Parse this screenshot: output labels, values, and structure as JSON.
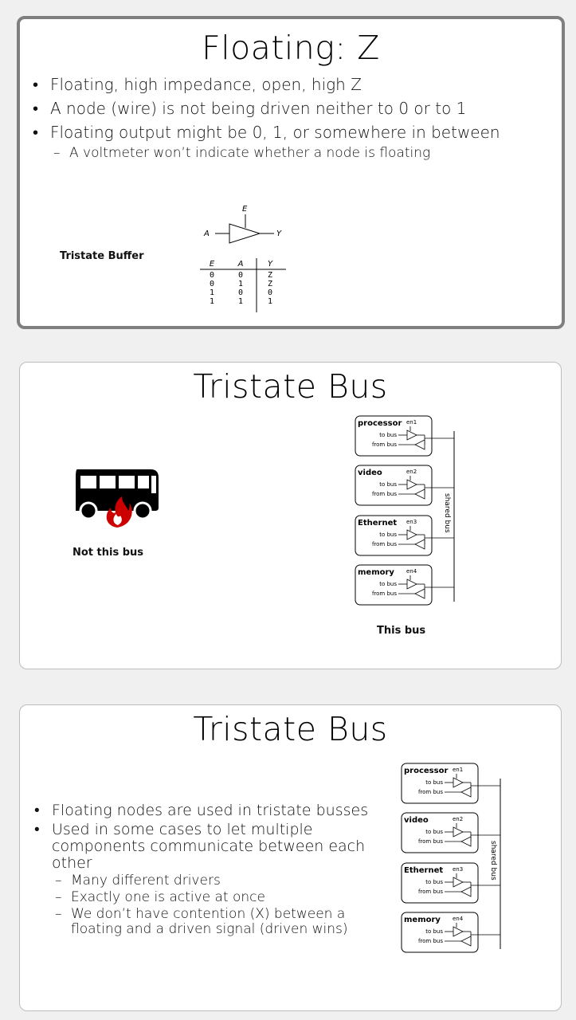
{
  "slide1": {
    "title": "Floating: Z",
    "bullets": [
      "Floating, high impedance, open, high Z",
      "A node (wire) is not being driven neither to 0 or to 1",
      "Floating output might be 0, 1, or somewhere in between"
    ],
    "sub_bullets": [
      "A voltmeter won’t indicate whether a node is floating"
    ],
    "caption": "Tristate Buffer",
    "symbol": {
      "enable": "E",
      "input": "A",
      "output": "Y"
    },
    "truth_table": {
      "headers": [
        "E",
        "A",
        "Y"
      ],
      "rows": [
        [
          "0",
          "0",
          "Z"
        ],
        [
          "0",
          "1",
          "Z"
        ],
        [
          "1",
          "0",
          "0"
        ],
        [
          "1",
          "1",
          "1"
        ]
      ]
    }
  },
  "slide2": {
    "title": "Tristate Bus",
    "bus_icon": "burning-bus-icon",
    "bus_caption": "Not this bus",
    "diagram_caption": "This bus"
  },
  "slide3": {
    "title": "Tristate Bus",
    "bullets": [
      "Floating nodes are used in tristate busses",
      "Used in some cases to let multiple components communicate between each other"
    ],
    "sub_bullets": [
      "Many different drivers",
      "Exactly one is active at once",
      "We don’t have contention (X) between a floating and a driven signal (driven wins)"
    ]
  },
  "bus_diagram": {
    "devices": [
      {
        "name": "processor",
        "enable": "en1"
      },
      {
        "name": "video",
        "enable": "en2"
      },
      {
        "name": "Ethernet",
        "enable": "en3"
      },
      {
        "name": "memory",
        "enable": "en4"
      }
    ],
    "to_label": "to bus",
    "from_label": "from bus",
    "bus_label": "shared bus"
  },
  "colors": {
    "flame": "#cc0000",
    "selected_border": "#7f7f7f"
  }
}
